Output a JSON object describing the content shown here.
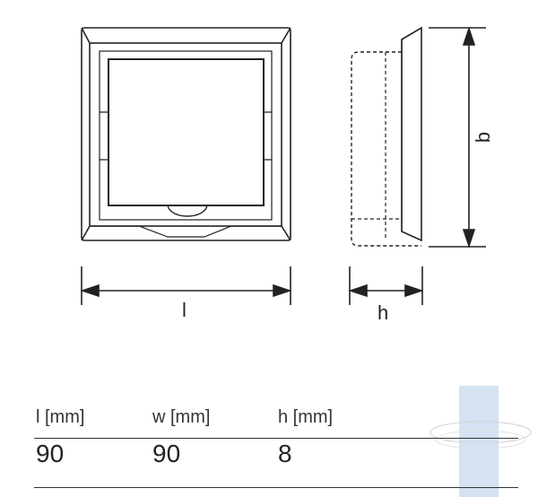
{
  "dimension_labels": {
    "length": "l",
    "height": "h",
    "width": "b"
  },
  "table": {
    "headers": [
      "l [mm]",
      "w [mm]",
      "h [mm]"
    ],
    "values": [
      "90",
      "90",
      "8"
    ]
  },
  "colors": {
    "line": "#222222",
    "watermark_bar": "#c9dbed"
  }
}
